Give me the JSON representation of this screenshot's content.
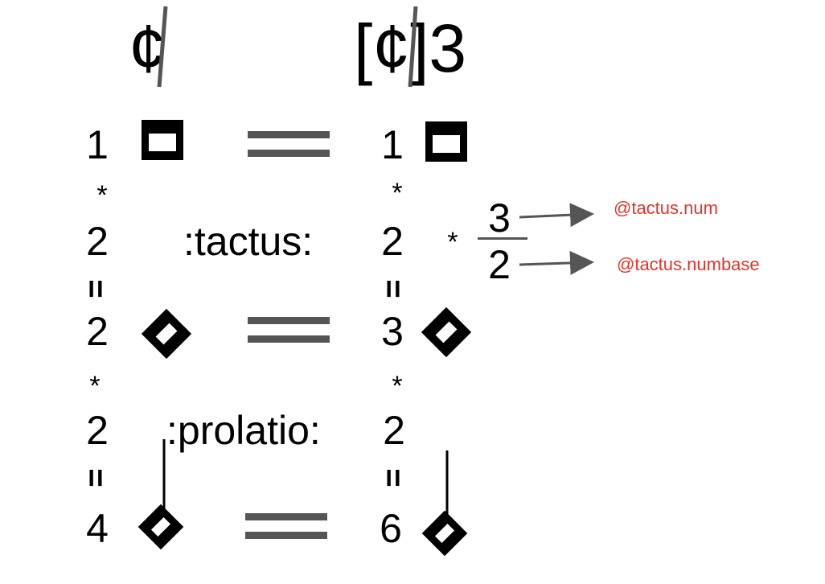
{
  "colors": {
    "ink": "#000000",
    "gray": "#555555",
    "annotation": "#e0352b"
  },
  "left": {
    "sign": "¢",
    "col": {
      "n1": "1",
      "mul1": "*",
      "n2": "2",
      "eq1": "=",
      "n3": "2",
      "mul2": "*",
      "n4": "2",
      "eq2": "=",
      "n5": "4"
    }
  },
  "right": {
    "sign_open": "[",
    "sign_c": "¢",
    "sign_close": "]3",
    "col": {
      "n1": "1",
      "mul1": "*",
      "n2": "2",
      "eq1": "=",
      "n3": "3",
      "mul2": "*",
      "n4": "2",
      "eq2": "=",
      "n5": "6"
    },
    "fraction": {
      "mul": "*",
      "num": "3",
      "den": "2"
    }
  },
  "labels": {
    "tactus": ":tactus:",
    "prolatio": ":prolatio:"
  },
  "annotations": {
    "num": "@tactus.num",
    "numbase": "@tactus.numbase"
  },
  "notes": [
    "brevis-icon",
    "semibrevis-icon",
    "minima-icon"
  ]
}
